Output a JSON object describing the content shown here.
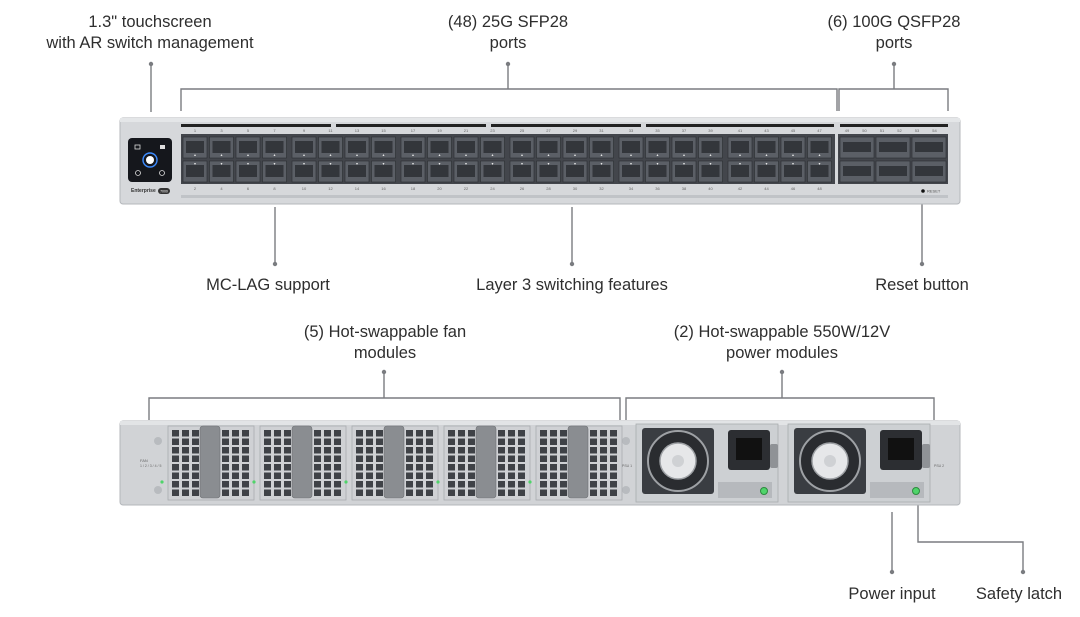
{
  "callouts": {
    "touchscreen": {
      "line1": "1.3\" touchscreen",
      "line2": "with AR switch management"
    },
    "sfp28": {
      "line1": "(48) 25G SFP28",
      "line2": "ports"
    },
    "qsfp28": {
      "line1": "(6) 100G QSFP28",
      "line2": "ports"
    },
    "mclag": {
      "line1": "MC-LAG support"
    },
    "layer3": {
      "line1": "Layer 3 switching features"
    },
    "reset": {
      "line1": "Reset button"
    },
    "fans": {
      "line1": "(5) Hot-swappable fan",
      "line2": "modules"
    },
    "power": {
      "line1": "(2) Hot-swappable 550W/12V",
      "line2": "power modules"
    },
    "power_input": {
      "line1": "Power input"
    },
    "safety_latch": {
      "line1": "Safety latch"
    }
  },
  "front_panel": {
    "brand": "Enterprise",
    "model": "7000",
    "reset_label": "RESET",
    "top_port_numbers": [
      "1",
      "3",
      "5",
      "7",
      "9",
      "11",
      "13",
      "15",
      "17",
      "19",
      "21",
      "23",
      "25",
      "27",
      "29",
      "31",
      "33",
      "35",
      "37",
      "39",
      "41",
      "43",
      "45",
      "47"
    ],
    "bottom_port_numbers": [
      "2",
      "4",
      "6",
      "8",
      "10",
      "12",
      "14",
      "16",
      "18",
      "20",
      "22",
      "24",
      "26",
      "28",
      "30",
      "32",
      "34",
      "36",
      "38",
      "40",
      "42",
      "44",
      "46",
      "48"
    ],
    "qsfp_numbers": [
      "49",
      "50",
      "51",
      "52",
      "53",
      "54"
    ]
  },
  "rear_panel": {
    "fan_label_line1": "FAN",
    "fan_label_line2": "1 / 2 / 3 / 4 / 5",
    "psu1_label": "PSU 1",
    "psu2_label": "PSU 2"
  },
  "colors": {
    "chassis": "#d4d6d9",
    "port_block": "#3d4046",
    "leader": "#7a7c80",
    "led_green": "#4fd46a"
  }
}
